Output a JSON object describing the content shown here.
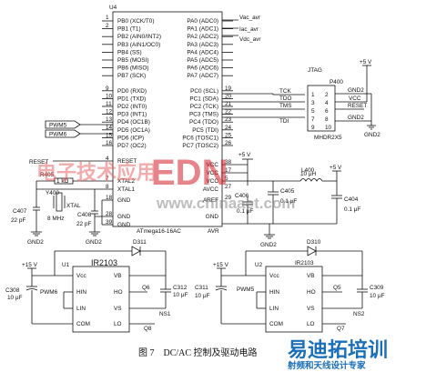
{
  "mcu": {
    "ref": "U4",
    "part": "ATmega16-16AC",
    "series": "AVR",
    "left_pins": [
      "PB0 (XCK/T0)",
      "PB1 (T1)",
      "PB2 (AIN0/INT2)",
      "PB3 (AIN1/OC0)",
      "PB4 (SS)",
      "PB5 (MOSI)",
      "PB6 (MISO)",
      "PB7 (SCK)",
      "PD0 (RXD)",
      "PD1 (TXD)",
      "PD2 (INT0)",
      "PD3 (INT1)",
      "PD4 (OC1B)",
      "PD5 (OC1A)",
      "PD6 (ICP)",
      "PD7 (OC2)"
    ],
    "right_pins": [
      "PA0 (ADC0)",
      "PA1 (ADC1)",
      "PA2 (ADC2)",
      "PA3 (ADC3)",
      "PA4 (ADC4)",
      "PA5 (ADC5)",
      "PA6 (ADC6)",
      "PA7 (ADC7)",
      "PC0 (SCL)",
      "PC1 (SDA)",
      "PC2 (TCK)",
      "PC3 (TMS)",
      "PC4 (TDO)",
      "PC5 (TDI)",
      "PC6 (TOSC1)",
      "PC7 (TOSC2)"
    ],
    "low_left": [
      "RESET",
      "XTAL2",
      "XTAL1",
      "GND",
      "GND",
      "GND"
    ],
    "low_left_nums": [
      "4",
      "7",
      "8",
      "18",
      "28",
      "39"
    ],
    "low_right": [
      "VCC",
      "VCC",
      "VCC",
      "AVCC",
      "AREF",
      "GND"
    ],
    "low_right_nums": [
      "38",
      "17",
      "5",
      "27",
      "29"
    ],
    "nums_left": [
      "1",
      "2"
    ],
    "nums_right": [
      "19",
      "20",
      "21",
      "22",
      "23",
      "24",
      "25",
      "26"
    ],
    "nums_mid": [
      "9",
      "10",
      "11",
      "12",
      "13",
      "14",
      "15",
      "16"
    ]
  },
  "nets": {
    "vac": "Vac_avr",
    "iac": "Iac_avr",
    "vdc": "Vdc_avr",
    "pwm5": "PWM5",
    "pwm6": "PWM6",
    "plus5": "+5 V"
  },
  "jtag": {
    "title": "JTAG",
    "ref": "P400",
    "part": "MHDR2X5",
    "signals": [
      "TCK",
      "TDO",
      "TMS",
      "TDI"
    ],
    "right_labels": [
      "GND2",
      "VCC",
      "RESET",
      "GND2"
    ],
    "pins_left": [
      "1",
      "3",
      "5",
      "7",
      "9"
    ],
    "pins_right": [
      "2",
      "4",
      "6",
      "8",
      "10"
    ],
    "gnd": "GND2",
    "supply": "+5 V"
  },
  "passives": {
    "r405": "R405",
    "r405_val": "1 kΩ",
    "y400": "Y400",
    "xtal": "XTAL",
    "freq": "8 MHz",
    "c407": "C407",
    "c407_val": "22 pF",
    "c408": "C408",
    "c408_val": "22 pF",
    "l400": "L400",
    "l400_val": "10 μH",
    "c405": "C405",
    "c405_val": "0.1 μF",
    "c406": "C406",
    "c406_val": "0.1 μF",
    "c404": "C404",
    "c404_val": "0.1 μF",
    "gnd2a": "GND2",
    "gnd2b": "GND2",
    "gnd2c": "GND2",
    "gnd2d": "GND2",
    "plus5b": "+5 V"
  },
  "driver_left": {
    "ref": "U1",
    "part": "IR2103",
    "diode": "D311",
    "supply": "+15 V",
    "cap_in": "C308",
    "cap_in_val": "10 μF",
    "cap_out": "C312",
    "cap_out_val": "10 μF",
    "pins_l": [
      "Vcc",
      "HIN",
      "LIN",
      "COM"
    ],
    "pins_r": [
      "VB",
      "HO",
      "VS",
      "LO"
    ],
    "pwm": "PWM6",
    "q_high": "Q6",
    "q_low": "Q8",
    "ns": "NS1"
  },
  "driver_right": {
    "ref": "U2",
    "part": "IR2103",
    "diode": "D310",
    "supply": "+15 V",
    "cap_in": "C311",
    "cap_in_val": "10 μF",
    "cap_out": "C309",
    "cap_out_val": "10 μF",
    "pins_l": [
      "Vcc",
      "HIN",
      "LIN",
      "COM"
    ],
    "pins_r": [
      "VB",
      "HO",
      "VS",
      "LO"
    ],
    "pwm": "PWM5",
    "q_high": "Q5",
    "q_low": "Q7",
    "ns": "NS2"
  },
  "caption": "图 7　DC/AC 控制及驱动电路",
  "watermark": {
    "main": "EDN",
    "site": "www.chinaaet.com",
    "brand": "易迪拓培训",
    "sub": "射频和天线设计专家",
    "faint": "电子技术应用"
  }
}
